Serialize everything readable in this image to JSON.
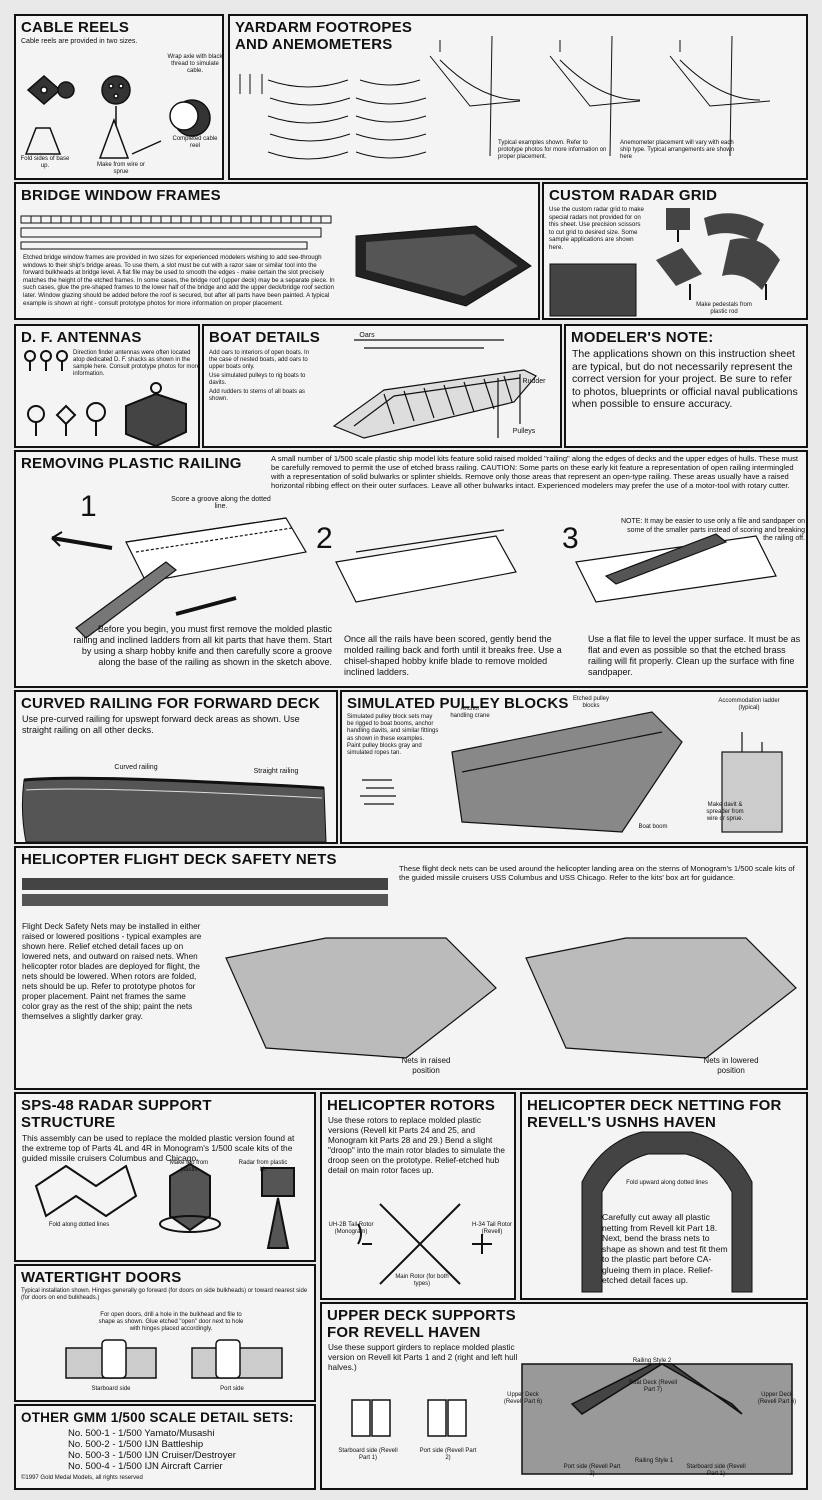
{
  "cable_reels": {
    "title": "CABLE REELS",
    "intro": "Cable reels are provided in two sizes.",
    "wrap": "Wrap axle with black thread to simulate cable.",
    "fold": "Fold sides of base up.",
    "make": "Make from wire or sprue",
    "completed": "Completed cable reel"
  },
  "yardarm": {
    "title_1": "YARDARM FOOTROPES",
    "title_2": "AND ANEMOMETERS",
    "typical": "Typical examples shown. Refer to prototype photos for more information on proper placement.",
    "anemometer": "Anemometer placement will vary with each ship type. Typical arrangements are shown here"
  },
  "bridge": {
    "title": "BRIDGE WINDOW FRAMES",
    "text": "Etched bridge window frames are provided in two sizes for experienced modelers wishing to add see-through windows to their ship's bridge areas. To use them, a slot must be cut with a razor saw or similar tool into the forward bulkheads at bridge level. A flat file may be used to smooth the edges - make certain the slot precisely matches the height of the etched frames. In some cases, the bridge roof (upper deck) may be a separate piece. In such cases, glue the pre-shaped frames to the lower half of the bridge and add the upper deck/bridge roof section later. Window glazing should be added before the roof is secured, but after all parts have been painted. A typical example is shown at right - consult prototype photos for more information on proper placement."
  },
  "radar_grid": {
    "title": "CUSTOM RADAR GRID",
    "text": "Use the custom radar grid to make special radars not provided for on this sheet. Use precision scissors to cut grid to desired size. Some sample applications are shown here.",
    "pedestal": "Make pedestals from plastic rod"
  },
  "df": {
    "title": "D. F. ANTENNAS",
    "text": "Direction finder antennas were often located atop dedicated D. F. shacks as shown in the sample here. Consult prototype photos for more information."
  },
  "boat": {
    "title": "BOAT DETAILS",
    "text_1": "Add oars to interiors of open boats. In the case of nested boats, add oars to upper boats only.",
    "text_2": "Use simulated pulleys to rig boats to davits.",
    "text_3": "Add rudders to sterns of all boats as shown.",
    "oars": "Oars",
    "rudder": "Rudder",
    "pulleys": "Pulleys"
  },
  "note": {
    "title": "MODELER'S NOTE:",
    "text": "The applications shown on this instruction sheet are typical, but do not necessarily represent the correct version for your project. Be sure to refer to photos, blueprints or official naval publications when possible to ensure accuracy."
  },
  "railing": {
    "title": "REMOVING PLASTIC RAILING",
    "intro": "A small number of 1/500 scale plastic ship model kits feature solid raised molded \"railing\" along the edges of decks and the upper edges of hulls. These must be carefully removed to permit the use of etched brass railing. CAUTION: Some parts on these early kit feature a representation of open railing intermingled with a representation of solid bulwarks or splinter shields. Remove only those areas that represent an open-type railing. These areas usually have a raised horizontal ribbing effect on their outer surfaces. Leave all other bulwarks intact. Experienced modelers may prefer the use of a motor-tool with rotary cutter.",
    "score": "Score a groove along the dotted line.",
    "n1": "1",
    "n2": "2",
    "n3": "3",
    "nb": "NOTE: It may be easier to use only a file and sandpaper on some of the smaller parts instead of scoring and breaking the railing off.",
    "s1": "Before you begin, you must first remove the molded plastic railing and inclined ladders from all kit parts that have them. Start by using a sharp hobby knife and then carefully score a groove along the base of the railing as shown in the sketch above.",
    "s2": "Once all the rails have been scored, gently bend the molded railing back and forth until it breaks free. Use a chisel-shaped hobby knife blade to remove molded inclined ladders.",
    "s3": "Use a flat file to level the upper surface. It must be as flat and even as possible so that the etched brass railing will fit properly. Clean up the surface with fine sandpaper."
  },
  "curved": {
    "title": "CURVED RAILING FOR FORWARD DECK",
    "text": "Use pre-curved railing for upswept forward deck areas as shown. Use straight railing on all other decks.",
    "curved": "Curved railing",
    "straight": "Straight railing"
  },
  "pulley": {
    "title": "SIMULATED PULLEY BLOCKS",
    "text": "Simulated pulley block sets may be rigged to boat booms, anchor handling davits, and similar fittings as shown in these examples. Paint pulley blocks gray and simulated ropes tan.",
    "etched": "Etched pulley blocks",
    "anchor": "Anchor handling crane",
    "boom": "Boat boom",
    "ladder": "Accommodation ladder (typical)",
    "davit": "Make davit & spreader from wire or sprue."
  },
  "heli_nets": {
    "title": "HELICOPTER FLIGHT DECK SAFETY NETS",
    "intro": "These flight deck nets can be used around the helicopter landing area on the sterns of Monogram's 1/500 scale kits of the guided missile cruisers USS Columbus and USS Chicago. Refer to the kits' box art for guidance.",
    "text": "Flight Deck Safety Nets may be installed in either raised or lowered positions - typical examples are shown here. Relief etched detail faces up on lowered nets, and outward on raised nets. When helicopter rotor blades are deployed for flight, the nets should be lowered. When rotors are folded, nets should be up. Refer to prototype photos for proper placement. Paint net frames the same color gray as the rest of the ship; paint the nets themselves a slightly darker gray.",
    "raised": "Nets in raised position",
    "lowered": "Nets in lowered position"
  },
  "sps": {
    "title": "SPS-48 RADAR SUPPORT STRUCTURE",
    "text": "This assembly can be used to replace the molded plastic version found at the extreme top of Parts 4L and 4R in Monogram's 1/500 scale kits of the guided missile cruisers Columbus and Chicago.",
    "fold": "Fold along dotted lines",
    "top": "Make top from plastic",
    "radar": "Radar from plastic kit"
  },
  "rotors": {
    "title": "HELICOPTER ROTORS",
    "text": "Use these rotors to replace molded plastic versions (Revell kit Parts 24 and 25, and Monogram kit Parts 28 and 29.) Bend a slight \"droop\" into the main rotor blades to simulate the droop seen on the prototype. Relief-etched hub detail on main rotor faces up.",
    "uh": "UH-2B Tail Rotor (Monogram)",
    "h34": "H-34 Tail Rotor (Revell)",
    "main": "Main Rotor (for both types)"
  },
  "haven": {
    "title_1": "HELICOPTER DECK NETTING FOR",
    "title_2": "REVELL'S USNHS HAVEN",
    "fold": "Fold upward along dotted lines",
    "text": "Carefully cut away all plastic netting from Revell kit Part 18. Next, bend the brass nets to shape as shown and test fit them to the plastic part before CA-glueing them in place. Relief-etched detail faces up."
  },
  "doors": {
    "title": "WATERTIGHT DOORS",
    "text": "Typical installation shown. Hinges generally go forward (for doors on side bulkheads) or toward nearest side (for doors on end bulkheads.)",
    "open": "For open doors, drill a hole in the bulkhead and file to shape as shown. Glue etched \"open\" door next to hole with hinges placed accordingly.",
    "stbd": "Starboard side",
    "port": "Port side"
  },
  "upper": {
    "title_1": "UPPER DECK SUPPORTS",
    "title_2": "FOR REVELL HAVEN",
    "text": "Use these support girders to replace molded plastic version on Revell kit Parts 1 and 2 (right and left hull halves.)",
    "stbd": "Starboard side (Revell Part 1)",
    "port": "Port side (Revell Part 2)",
    "rs2": "Railing Style 2",
    "rs1": "Railing Style 1",
    "boat": "Boat Deck (Revell Part 7)",
    "ud1": "Upper Deck (Revell Part 6)",
    "ud2": "Upper Deck (Revell Part 6)",
    "port2": "Port side (Revell Part 2)",
    "stbd2": "Starboard side (Revell Part 1)"
  },
  "other": {
    "title": "OTHER GMM 1/500 SCALE DETAIL SETS:",
    "items": [
      "No. 500-1 - 1/500 Yamato/Musashi",
      "No. 500-2 - 1/500 IJN Battleship",
      "No. 500-3 - 1/500 IJN Cruiser/Destroyer",
      "No. 500-4 - 1/500 IJN Aircraft Carrier"
    ],
    "copyright": "©1997 Gold Medal Models, all rights reserved"
  }
}
